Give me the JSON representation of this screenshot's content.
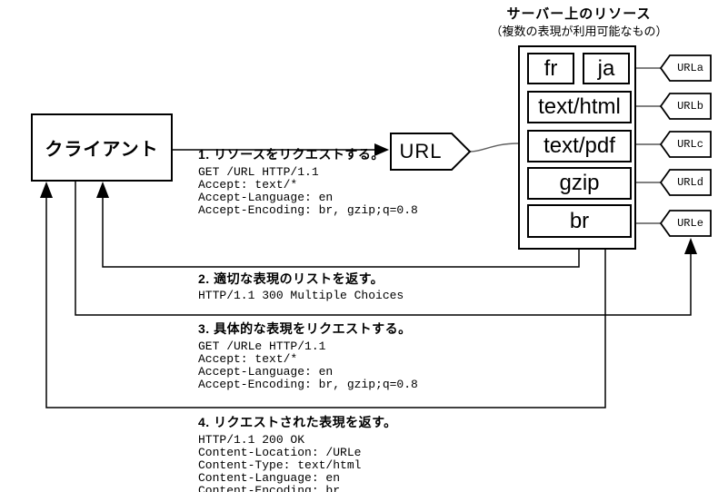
{
  "server": {
    "title": "サーバー上のリソース",
    "subtitle": "（複数の表現が利用可能なもの）",
    "rows": [
      {
        "cells": [
          "fr",
          "ja"
        ],
        "tag": "URLa"
      },
      {
        "cells": [
          "text/html"
        ],
        "tag": "URLb"
      },
      {
        "cells": [
          "text/pdf"
        ],
        "tag": "URLc"
      },
      {
        "cells": [
          "gzip"
        ],
        "tag": "URLd"
      },
      {
        "cells": [
          "br"
        ],
        "tag": "URLe"
      }
    ]
  },
  "client": {
    "label": "クライアント"
  },
  "url_node": {
    "label": "URL"
  },
  "messages": [
    {
      "heading": "1. リソースをリクエストする。",
      "lines": [
        "GET /URL HTTP/1.1",
        "Accept: text/*",
        "Accept-Language: en",
        "Accept-Encoding: br, gzip;q=0.8"
      ]
    },
    {
      "heading": "2. 適切な表現のリストを返す。",
      "lines": [
        "HTTP/1.1 300 Multiple Choices"
      ]
    },
    {
      "heading": "3. 具体的な表現をリクエストする。",
      "lines": [
        "GET /URLe HTTP/1.1",
        "Accept: text/*",
        "Accept-Language: en",
        "Accept-Encoding: br, gzip;q=0.8"
      ]
    },
    {
      "heading": "4. リクエストされた表現を返す。",
      "lines": [
        "HTTP/1.1 200 OK",
        "Content-Location: /URLe",
        "Content-Type: text/html",
        "Content-Language: en",
        "Content-Encoding: br"
      ]
    }
  ],
  "colors": {
    "line": "#000000",
    "tag_connector": "#808080",
    "background": "#ffffff"
  }
}
